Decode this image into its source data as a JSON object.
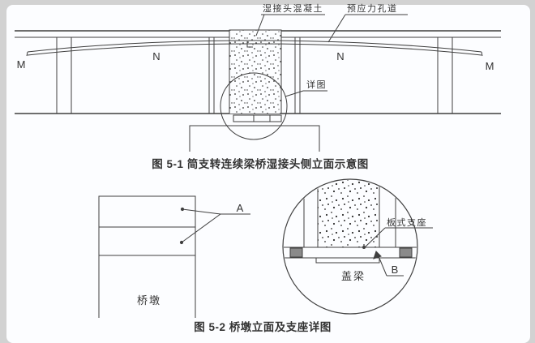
{
  "figure1": {
    "caption": "图 5-1 简支转连续梁桥湿接头侧立面示意图",
    "labels": {
      "wet_joint_concrete": "湿接头混凝土",
      "prestress_duct": "预应力孔道",
      "detail_ref": "详图",
      "m_left": "M",
      "n_left": "N",
      "n_right": "N",
      "m_right": "M"
    }
  },
  "figure2": {
    "caption": "图 5-2 桥墩立面及支座详图",
    "labels": {
      "section_a": "A",
      "pier": "桥墩",
      "plate_bearing": "板式支座",
      "section_b": "B",
      "cap_beam": "盖梁"
    }
  },
  "colors": {
    "frame": "#d2d2d2",
    "paper": "#fcfdff",
    "line": "#3f3f3f",
    "text": "#333333",
    "bearing_gray": "#8a8a8a"
  }
}
